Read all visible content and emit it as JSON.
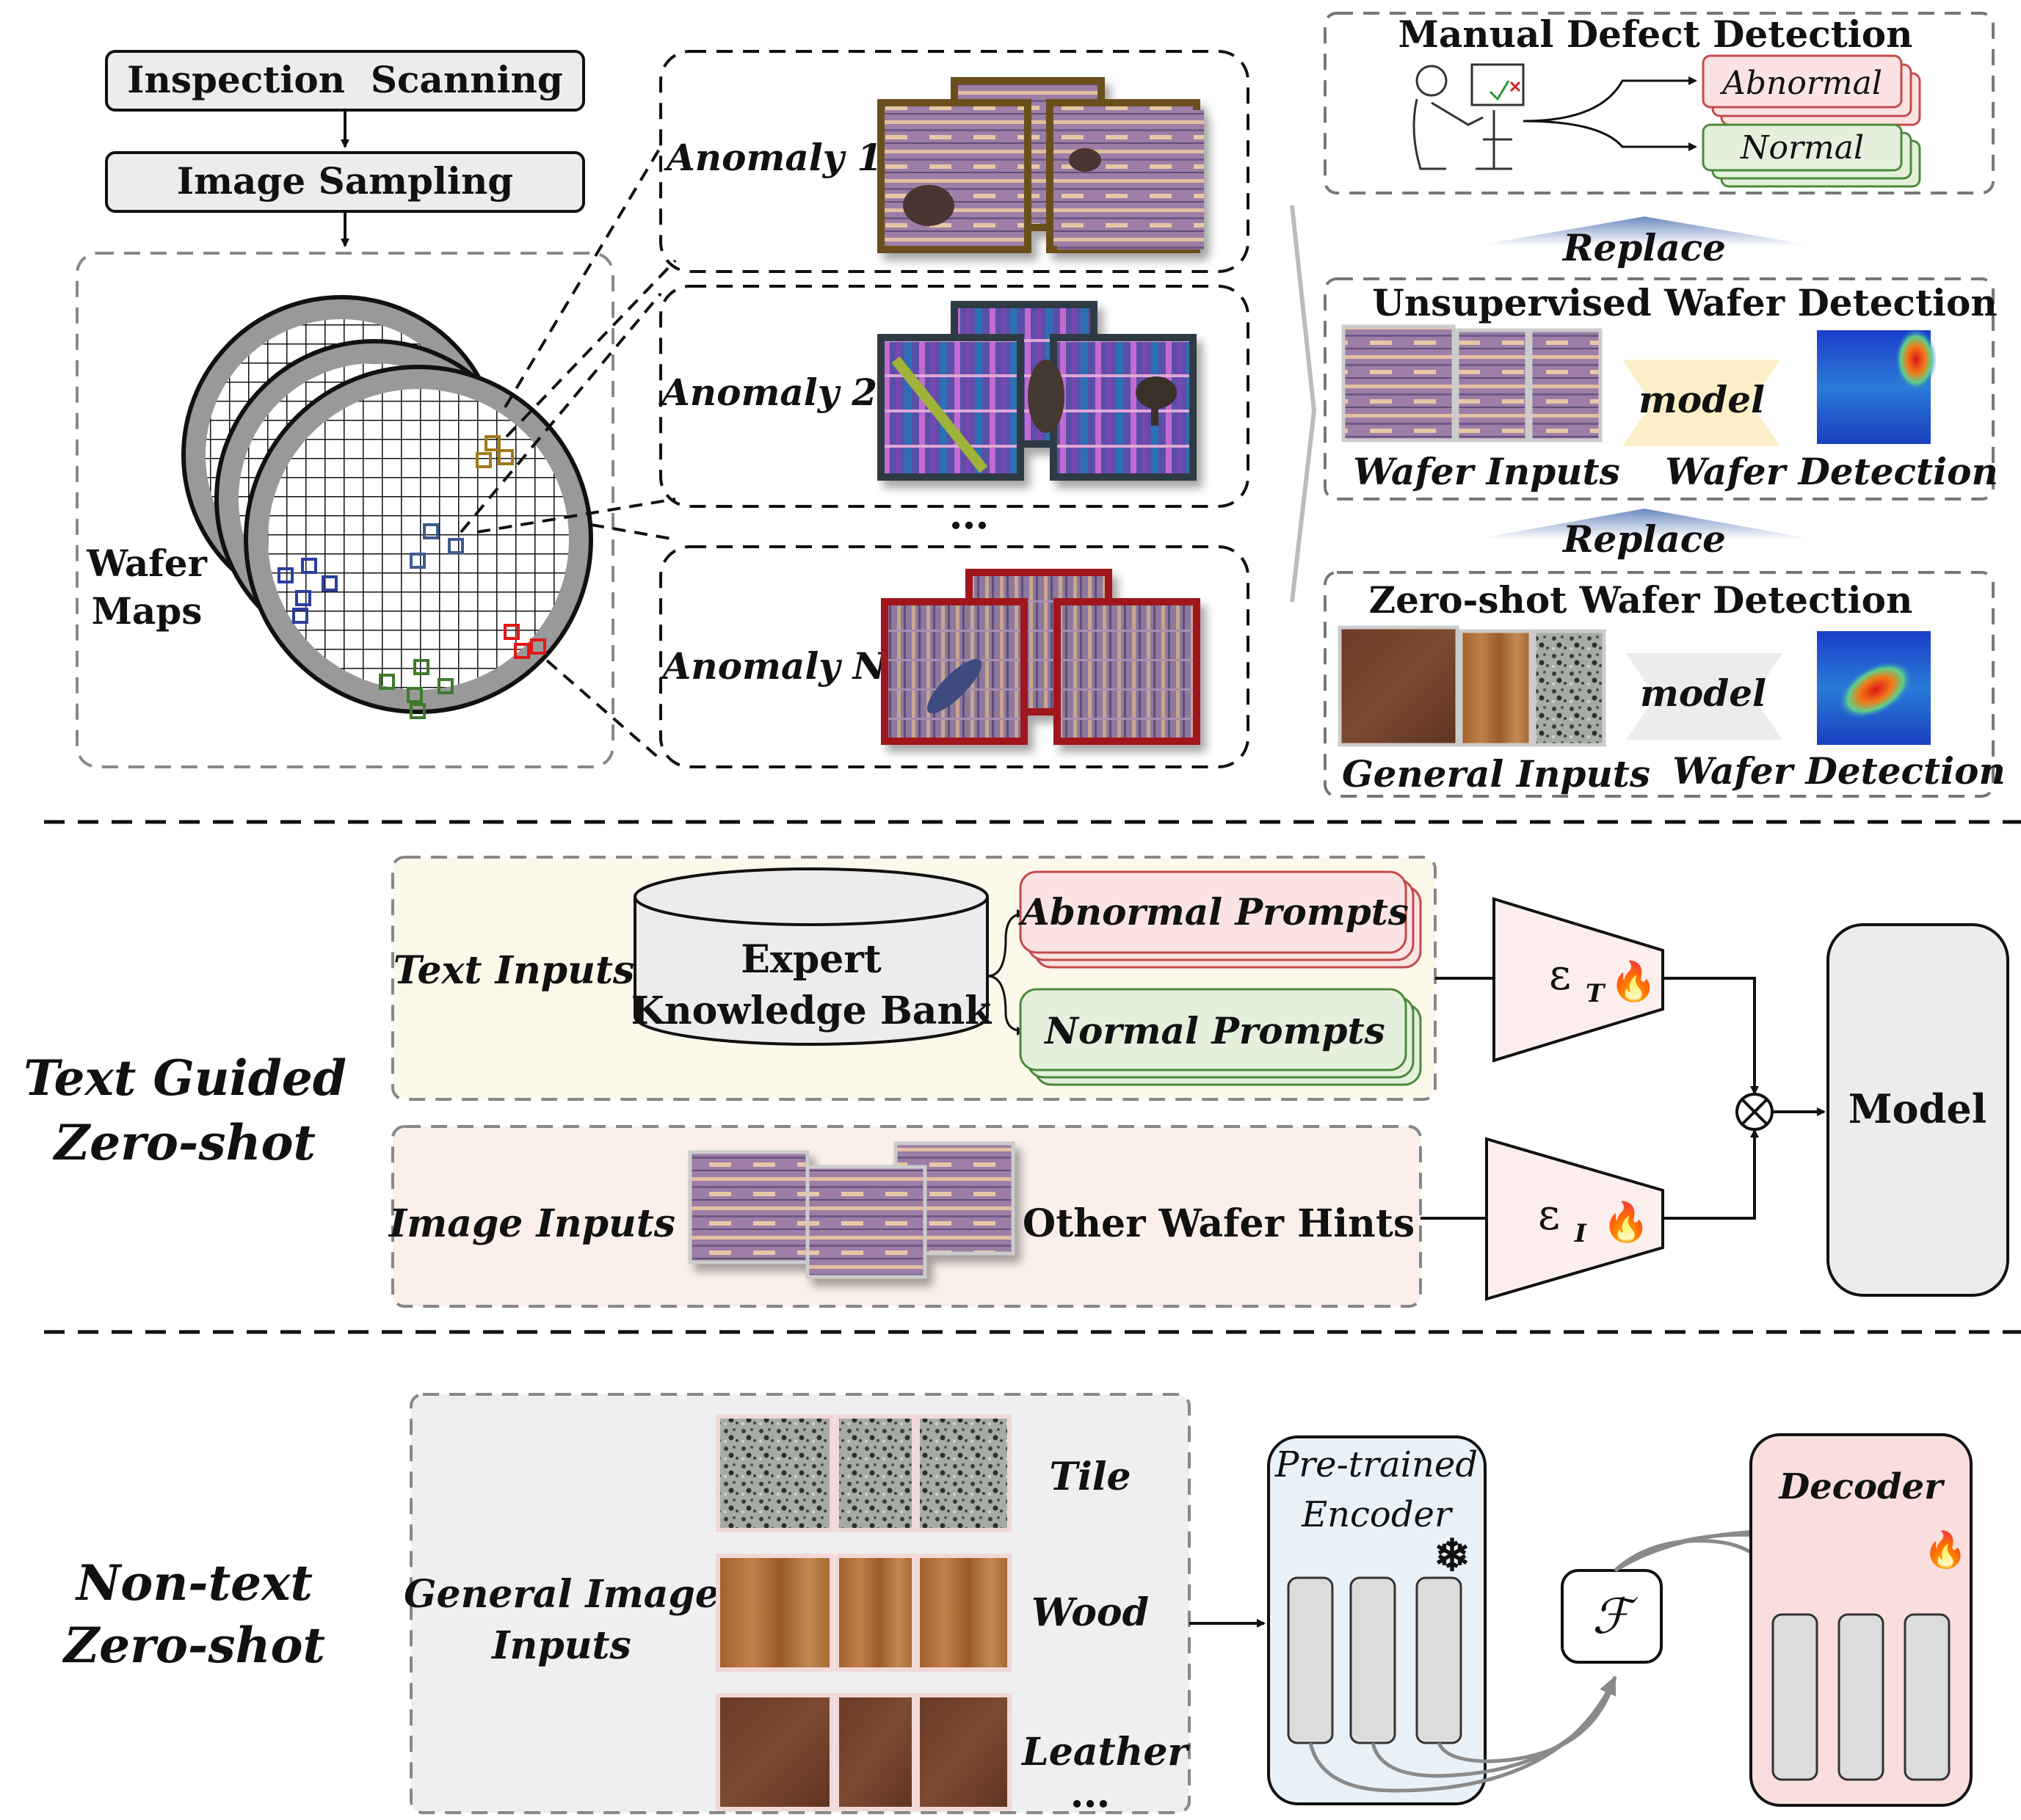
{
  "pipeline": {
    "step1": "Inspection  Scanning",
    "step2": "Image Sampling",
    "wafer_maps_line1": "Wafer",
    "wafer_maps_line2": "Maps"
  },
  "anomalies": {
    "a1": "Anomaly 1",
    "a2": "Anomaly 2",
    "aN": "Anomaly N",
    "ellipsis": "…"
  },
  "manual": {
    "title": "Manual Defect Detection",
    "abnormal": "Abnormal",
    "normal": "Normal"
  },
  "replace_label": "Replace",
  "unsupervised": {
    "title": "Unsupervised Wafer Detection",
    "model": "model",
    "inputs": "Wafer Inputs",
    "detection": "Wafer Detection"
  },
  "zeroshot": {
    "title": "Zero-shot Wafer Detection",
    "model": "model",
    "inputs": "General Inputs",
    "detection": "Wafer Detection"
  },
  "text_guided": {
    "label_line1": "Text Guided",
    "label_line2": "Zero-shot",
    "text_inputs": "Text Inputs",
    "bank_line1": "Expert",
    "bank_line2": "Knowledge Bank",
    "abnormal_prompts": "Abnormal Prompts",
    "normal_prompts": "Normal Prompts",
    "image_inputs": "Image Inputs",
    "other_hints": "Other Wafer Hints",
    "enc_t": "ε",
    "enc_t_sub": "T",
    "enc_i": "ε",
    "enc_i_sub": "I",
    "otimes": "⊗",
    "model": "Model"
  },
  "non_text": {
    "label_line1": "Non-text",
    "label_line2": "Zero-shot",
    "general_line1": "General Image",
    "general_line2": "Inputs",
    "tile": "Tile",
    "wood": "Wood",
    "leather": "Leather",
    "ellipsis": "…",
    "encoder_line1": "Pre-trained",
    "encoder_line2": "Encoder",
    "fusion": "ℱ",
    "decoder": "Decoder",
    "snowflake": "❄",
    "flame": "🔥"
  },
  "colors": {
    "anomaly1_border": "#6b4f1b",
    "anomaly2_border": "#2f3a44",
    "anomalyN_border": "#a0151b",
    "abnormal_fill": "#fbe3e3",
    "abnormal_border": "#c44a4a",
    "normal_fill": "#e4f0dc",
    "normal_border": "#4b8a3c",
    "text_panel": "#fdf9ea",
    "image_panel": "#fbefe9",
    "encoder_fill": "#e8f1f8",
    "decoder_fill": "#f9dedd",
    "flame": "#f07020"
  }
}
